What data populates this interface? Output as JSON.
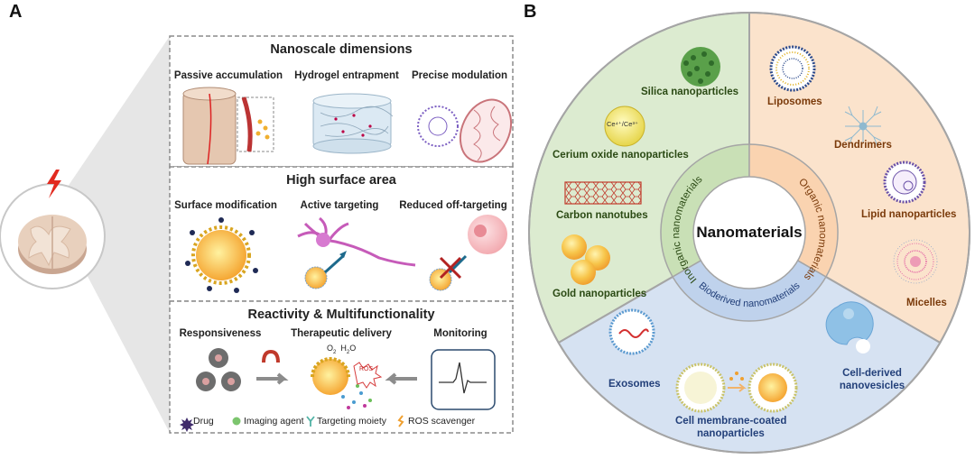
{
  "panelA": {
    "letter": "A",
    "sections": [
      {
        "title": "Nanoscale dimensions",
        "items": [
          "Passive accumulation",
          "Hydrogel entrapment",
          "Precise modulation"
        ]
      },
      {
        "title": "High surface area",
        "items": [
          "Surface modification",
          "Active targeting",
          "Reduced off-targeting"
        ]
      },
      {
        "title": "Reactivity & Multifunctionality",
        "items": [
          "Responsiveness",
          "Therapeutic delivery",
          "Monitoring"
        ]
      }
    ],
    "delivery_labels": {
      "o2": "O",
      "o2_sub": "2",
      "h2o": "H",
      "h2o_sub": "2",
      "h2o_end": "O",
      "ros": "ROS"
    },
    "legend": [
      "Drug",
      "Imaging agent",
      "Targeting moiety",
      "ROS scavenger"
    ]
  },
  "panelB": {
    "letter": "B",
    "center": "Nanomaterials",
    "categories": {
      "inorganic": "Inorganic  nanomaterials",
      "organic": "Organic nanomaterials",
      "bioderived": "Bioderived nanomaterials"
    },
    "inorganic_items": [
      "Silica nanoparticles",
      "Cerium oxide nanoparticles",
      "Carbon nanotubes",
      "Gold nanoparticles"
    ],
    "ceria_label": "Ce⁴⁺/Ce³⁺",
    "organic_items": [
      "Liposomes",
      "Dendrimers",
      "Lipid nanoparticles",
      "Micelles"
    ],
    "bioderived_items": [
      "Exosomes",
      "Cell-derived",
      "nanovesicles",
      "Cell membrane-coated",
      "nanoparticles"
    ]
  },
  "colors": {
    "inorganic_fill": "#dcebd0",
    "organic_fill": "#fbe3cc",
    "bioderived_fill": "#d6e2f2",
    "divider": "#a5a5a5",
    "accent_red": "#e22a1f"
  }
}
